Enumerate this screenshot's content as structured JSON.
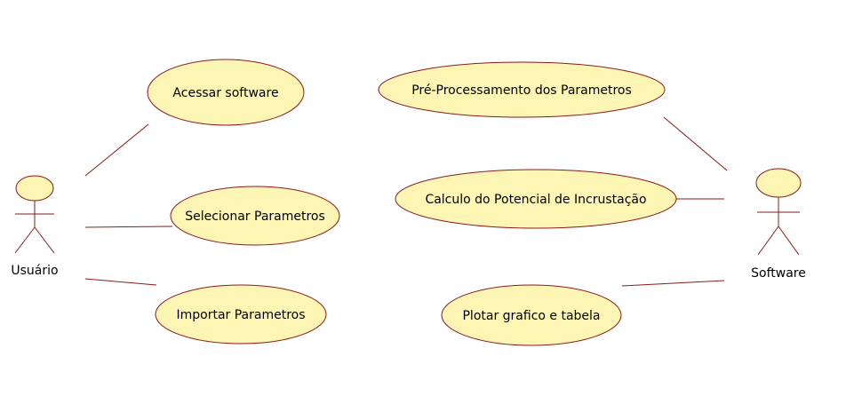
{
  "colors": {
    "ellipse_fill": "#fcf5b4",
    "stroke": "#8b1a1a",
    "text": "#000000",
    "background": "#ffffff"
  },
  "actors": {
    "user": {
      "label": "Usuário"
    },
    "software": {
      "label": "Software"
    }
  },
  "use_cases": {
    "acessar": {
      "label": "Acessar software"
    },
    "selecionar": {
      "label": "Selecionar Parametros"
    },
    "importar": {
      "label": "Importar Parametros"
    },
    "preprocessamento": {
      "label": "Pré-Processamento dos Parametros"
    },
    "calculo": {
      "label": "Calculo do Potencial de Incrustação"
    },
    "plotar": {
      "label": "Plotar grafico e tabela"
    }
  }
}
